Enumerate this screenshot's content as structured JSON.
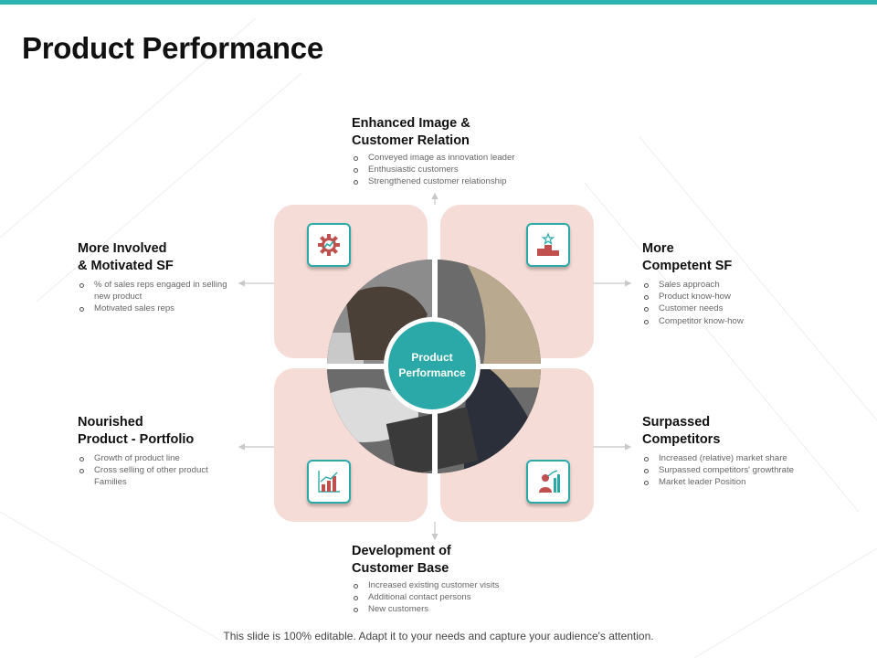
{
  "title": "Product Performance",
  "center_label": "Product\nPerformance",
  "colors": {
    "accent": "#2aa9a8",
    "quadrant": "#f6dcd6",
    "topbar": "#2bb3b1"
  },
  "icons": {
    "top_left": "gear-growth-icon",
    "top_right": "podium-star-icon",
    "bottom_left": "growth-chart-icon",
    "bottom_right": "person-growth-icon"
  },
  "sections": {
    "top": {
      "heading": "Enhanced Image &\nCustomer Relation",
      "bullets": [
        "Conveyed image as innovation leader",
        "Enthusiastic customers",
        "Strengthened customer relationship"
      ]
    },
    "left_top": {
      "heading": "More Involved\n& Motivated SF",
      "bullets": [
        "% of sales reps engaged in selling new product",
        "Motivated sales reps"
      ]
    },
    "right_top": {
      "heading": "More\nCompetent SF",
      "bullets": [
        "Sales approach",
        "Product know-how",
        "Customer needs",
        "Competitor know-how"
      ]
    },
    "left_bottom": {
      "heading": "Nourished\nProduct - Portfolio",
      "bullets": [
        "Growth of product line",
        "Cross selling of other product Families"
      ]
    },
    "right_bottom": {
      "heading": "Surpassed\nCompetitors",
      "bullets": [
        "Increased (relative) market share",
        "Surpassed competitors' growthrate",
        "Market leader Position"
      ]
    },
    "bottom": {
      "heading": "Development of\nCustomer Base",
      "bullets": [
        "Increased existing customer visits",
        "Additional contact persons",
        "New customers"
      ]
    }
  },
  "footer": "This slide is 100% editable. Adapt it to your needs and capture your audience's attention."
}
